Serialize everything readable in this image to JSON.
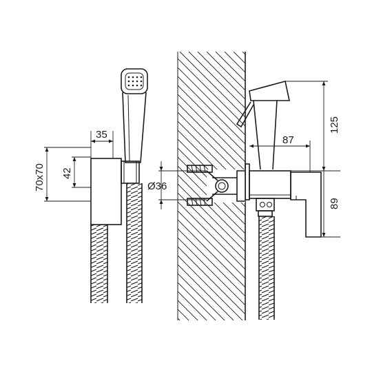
{
  "dimensions": {
    "d35": "35",
    "d70x70": "70x70",
    "d42": "42",
    "d36": "Ø36",
    "d87": "87",
    "d125": "125",
    "d89": "89"
  },
  "colors": {
    "line": "#1a1a1a",
    "background": "#ffffff"
  }
}
